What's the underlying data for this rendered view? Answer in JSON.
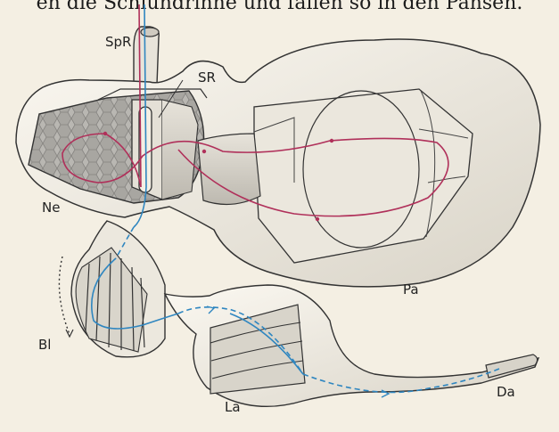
{
  "caption": "en die Schlundrinne und fallen so in den Pansen.",
  "labels": {
    "spr": "SpR",
    "sr": "SR",
    "ne": "Ne",
    "pa": "Pa",
    "bl": "Bl",
    "la": "La",
    "da": "Da"
  },
  "colors": {
    "paper": "#f4efe3",
    "outline": "#333333",
    "food_path": "#b0305a",
    "fluid_path": "#2f86c0",
    "honeycomb": "#9a9a98"
  }
}
